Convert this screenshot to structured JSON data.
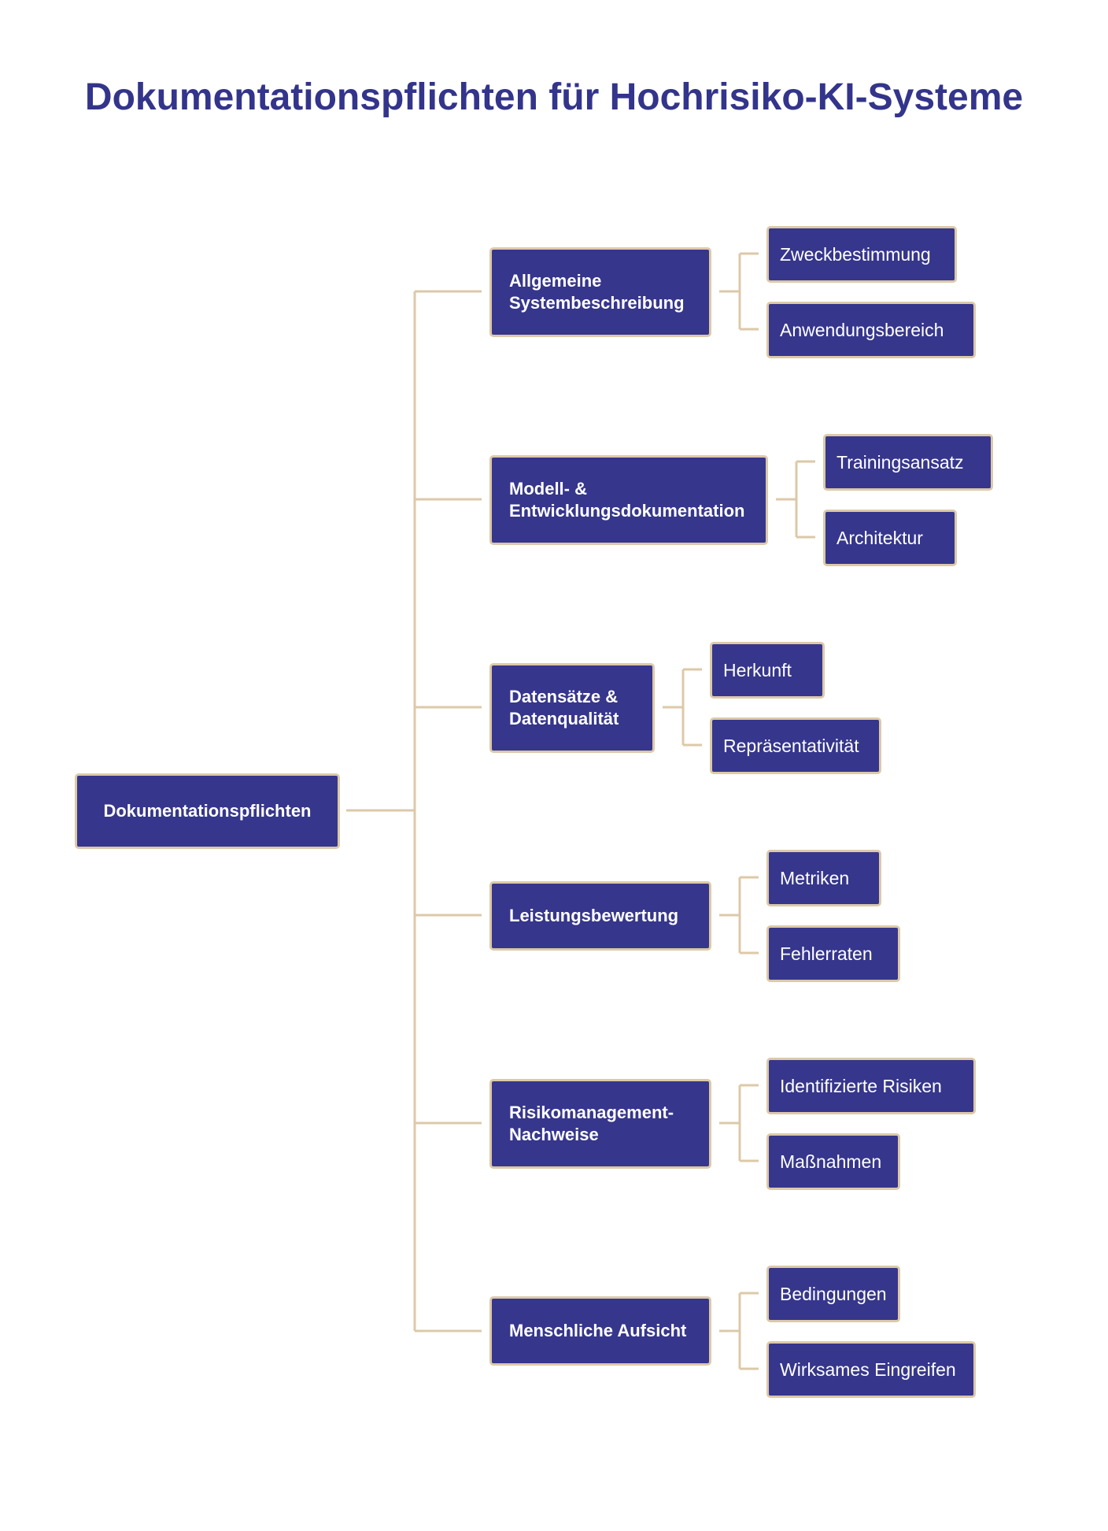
{
  "title": "Dokumentationspflichten für Hochrisiko-KI-Systeme",
  "colors": {
    "node_fill": "#36368c",
    "node_border": "#dcc9a8",
    "connector": "#dcc9a8",
    "title": "#33348b"
  },
  "root": {
    "label": "Dokumentationspflichten"
  },
  "branches": [
    {
      "label": "Allgemeine Systembeschreibung",
      "children": [
        "Zweckbestimmung",
        "Anwendungsbereich"
      ]
    },
    {
      "label": "Modell- & Entwicklungsdokumentation",
      "children": [
        "Trainingsansatz",
        "Architektur"
      ]
    },
    {
      "label": "Datensätze & Datenqualität",
      "children": [
        "Herkunft",
        "Repräsentativität"
      ]
    },
    {
      "label": "Leistungsbewertung",
      "children": [
        "Metriken",
        "Fehlerraten"
      ]
    },
    {
      "label": "Risikomanagement-Nachweise",
      "children": [
        "Identifizierte Risiken",
        "Maßnahmen"
      ]
    },
    {
      "label": "Menschliche Aufsicht",
      "children": [
        "Bedingungen",
        "Wirksames Eingreifen"
      ]
    }
  ]
}
